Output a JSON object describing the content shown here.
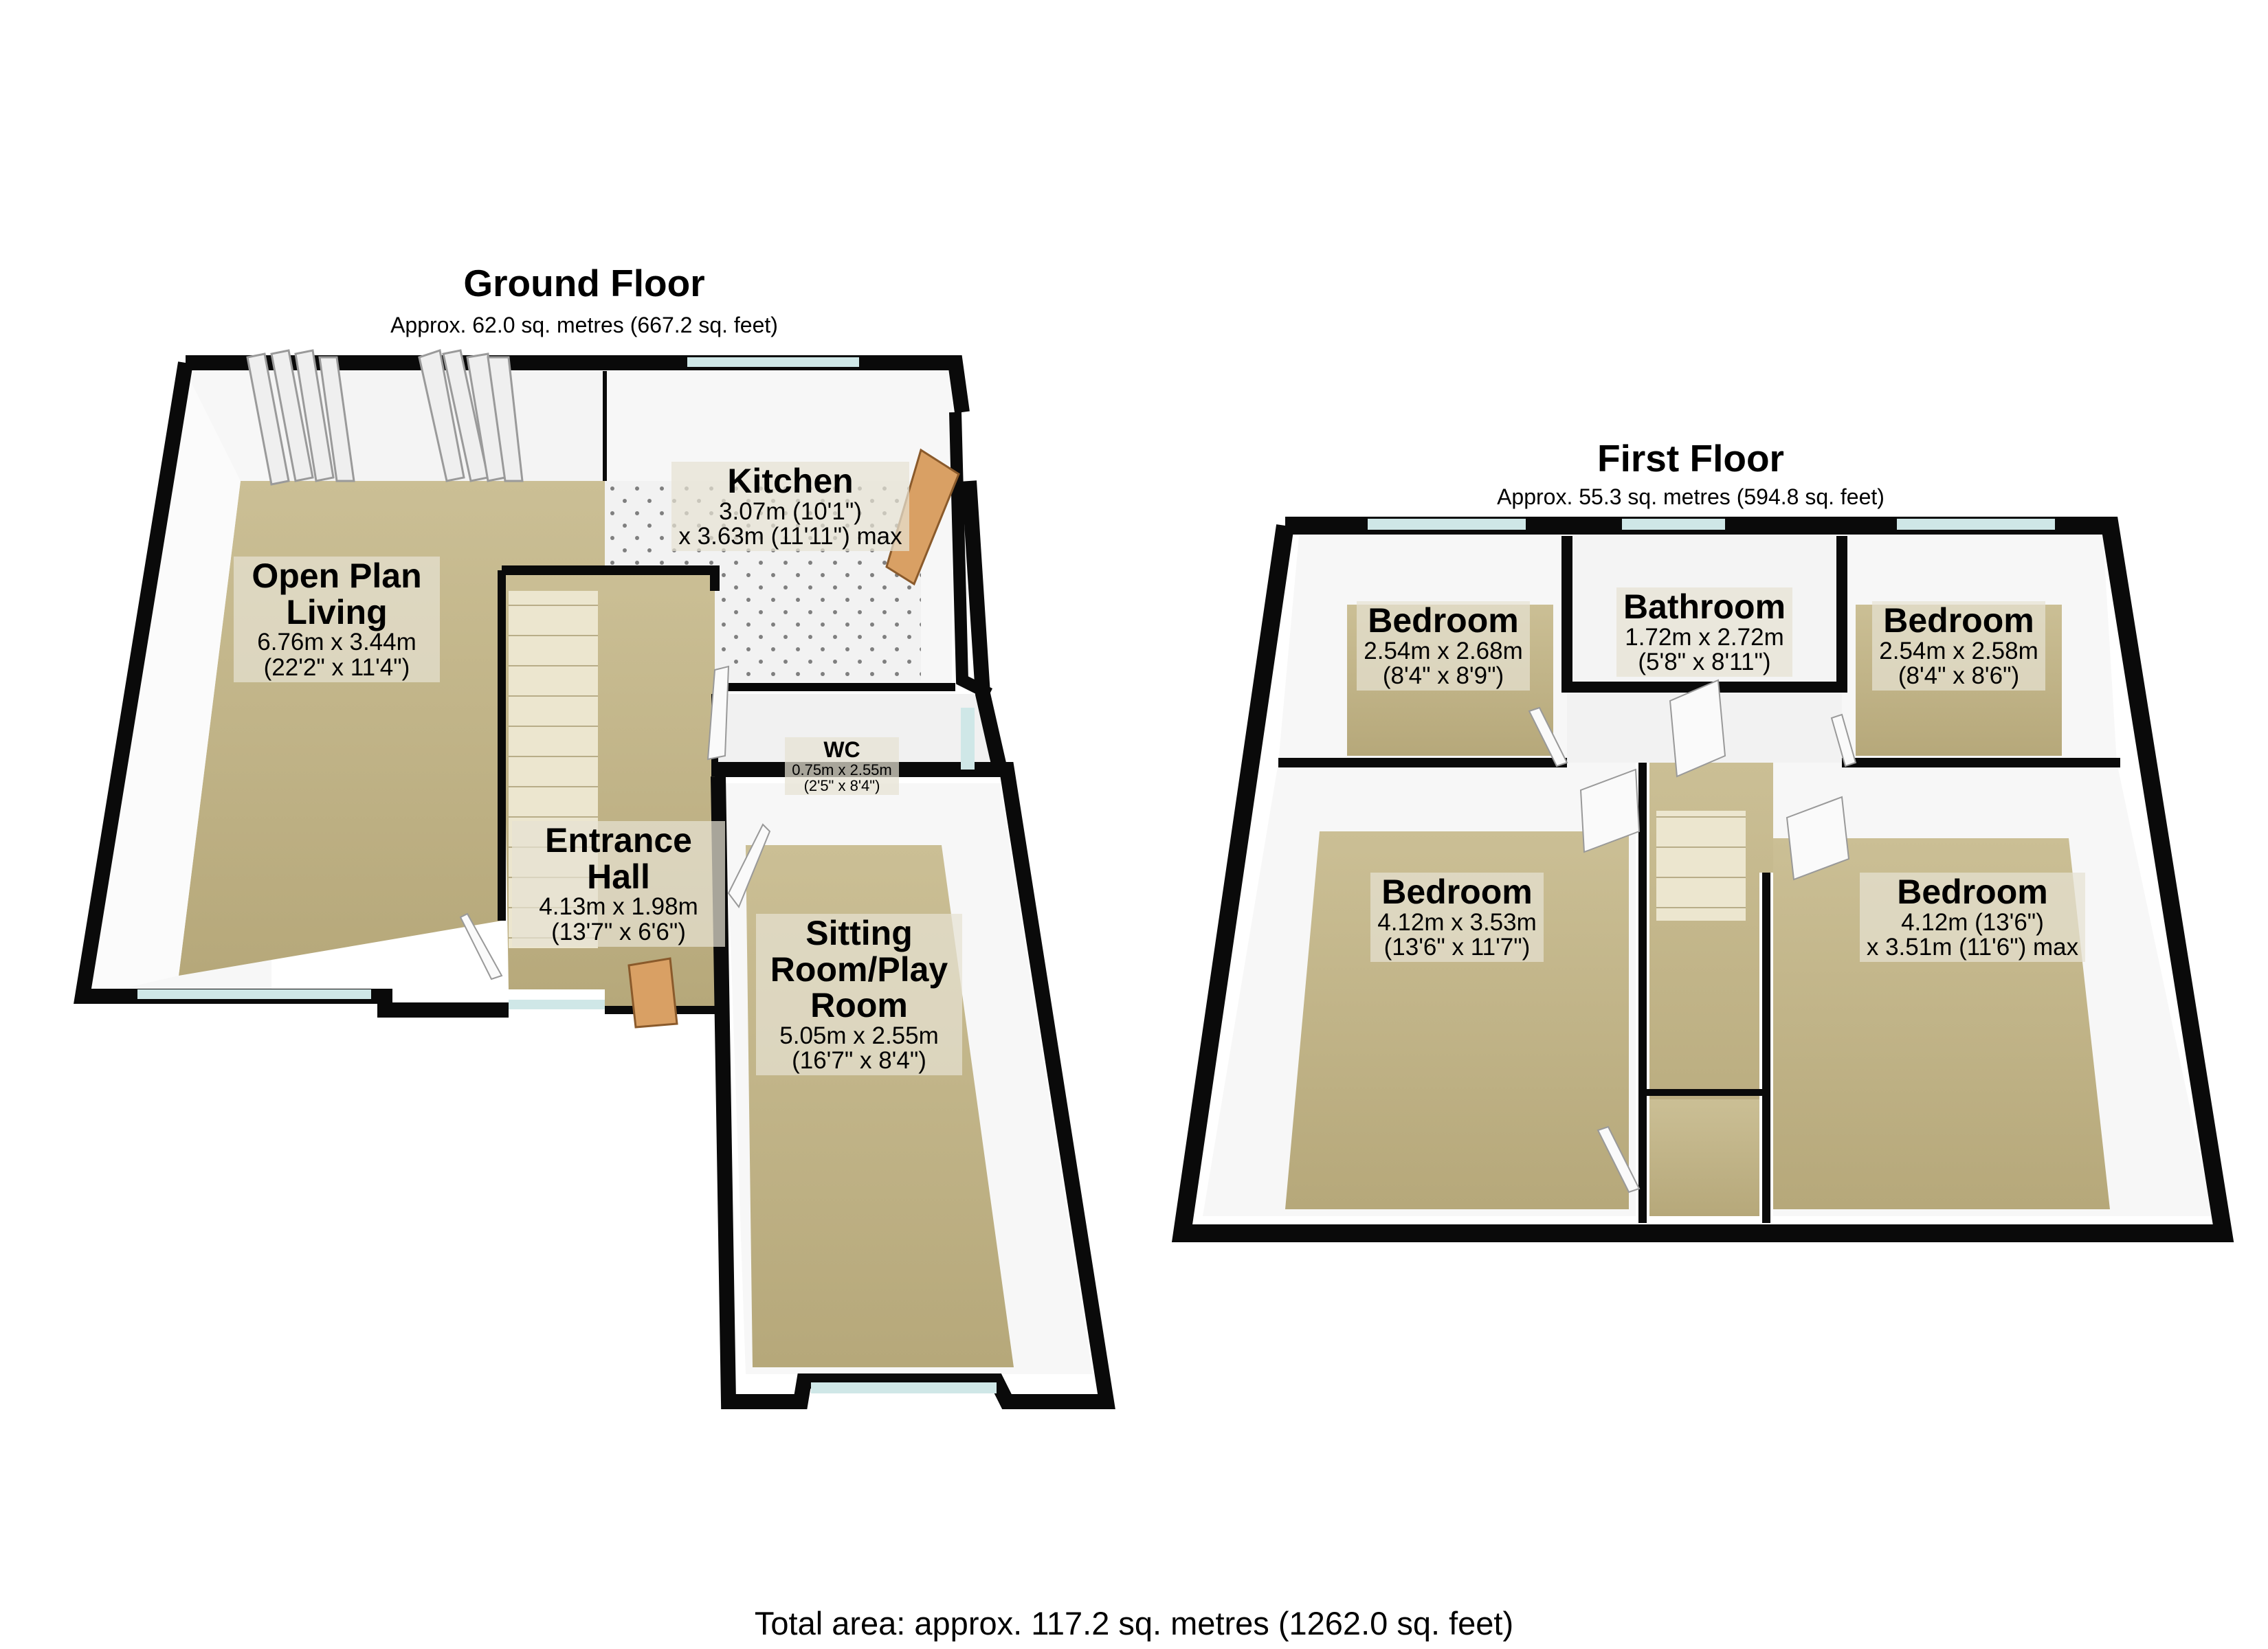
{
  "ground_floor": {
    "title": "Ground Floor",
    "area": "Approx. 62.0 sq. metres (667.2 sq. feet)",
    "rooms": {
      "kitchen": {
        "name": "Kitchen",
        "dim1": "3.07m (10'1\")",
        "dim2": "x 3.63m (11'11\") max"
      },
      "living": {
        "name": "Open Plan Living",
        "dim1": "6.76m x 3.44m",
        "dim2": "(22'2\" x 11'4\")"
      },
      "entrance": {
        "name": "Entrance Hall",
        "dim1": "4.13m x 1.98m",
        "dim2": "(13'7\" x 6'6\")"
      },
      "wc": {
        "name": "WC",
        "dim1": "0.75m x 2.55m",
        "dim2": "(2'5\" x 8'4\")"
      },
      "sitting": {
        "name": "Sitting Room/Play Room",
        "dim1": "5.05m x 2.55m",
        "dim2": "(16'7\" x 8'4\")"
      }
    }
  },
  "first_floor": {
    "title": "First Floor",
    "area": "Approx. 55.3 sq. metres (594.8 sq. feet)",
    "rooms": {
      "bedroom_tl": {
        "name": "Bedroom",
        "dim1": "2.54m x 2.68m",
        "dim2": "(8'4\" x 8'9\")"
      },
      "bathroom": {
        "name": "Bathroom",
        "dim1": "1.72m x 2.72m",
        "dim2": "(5'8\" x 8'11\")"
      },
      "bedroom_tr": {
        "name": "Bedroom",
        "dim1": "2.54m x 2.58m",
        "dim2": "(8'4\" x 8'6\")"
      },
      "bedroom_bl": {
        "name": "Bedroom",
        "dim1": "4.12m x 3.53m",
        "dim2": "(13'6\" x 11'7\")"
      },
      "bedroom_br": {
        "name": "Bedroom",
        "dim1": "4.12m (13'6\")",
        "dim2": "x 3.51m (11'6\") max"
      }
    }
  },
  "total_area": "Total area: approx. 117.2 sq. metres (1262.0 sq. feet)",
  "colors": {
    "wall": "#0a0a0a",
    "wall_face": "#f6f6f6",
    "carpet": "#cfc39a",
    "tile": "#f0f0f0",
    "window": "#cfe7e7",
    "door": "#d9a064"
  }
}
